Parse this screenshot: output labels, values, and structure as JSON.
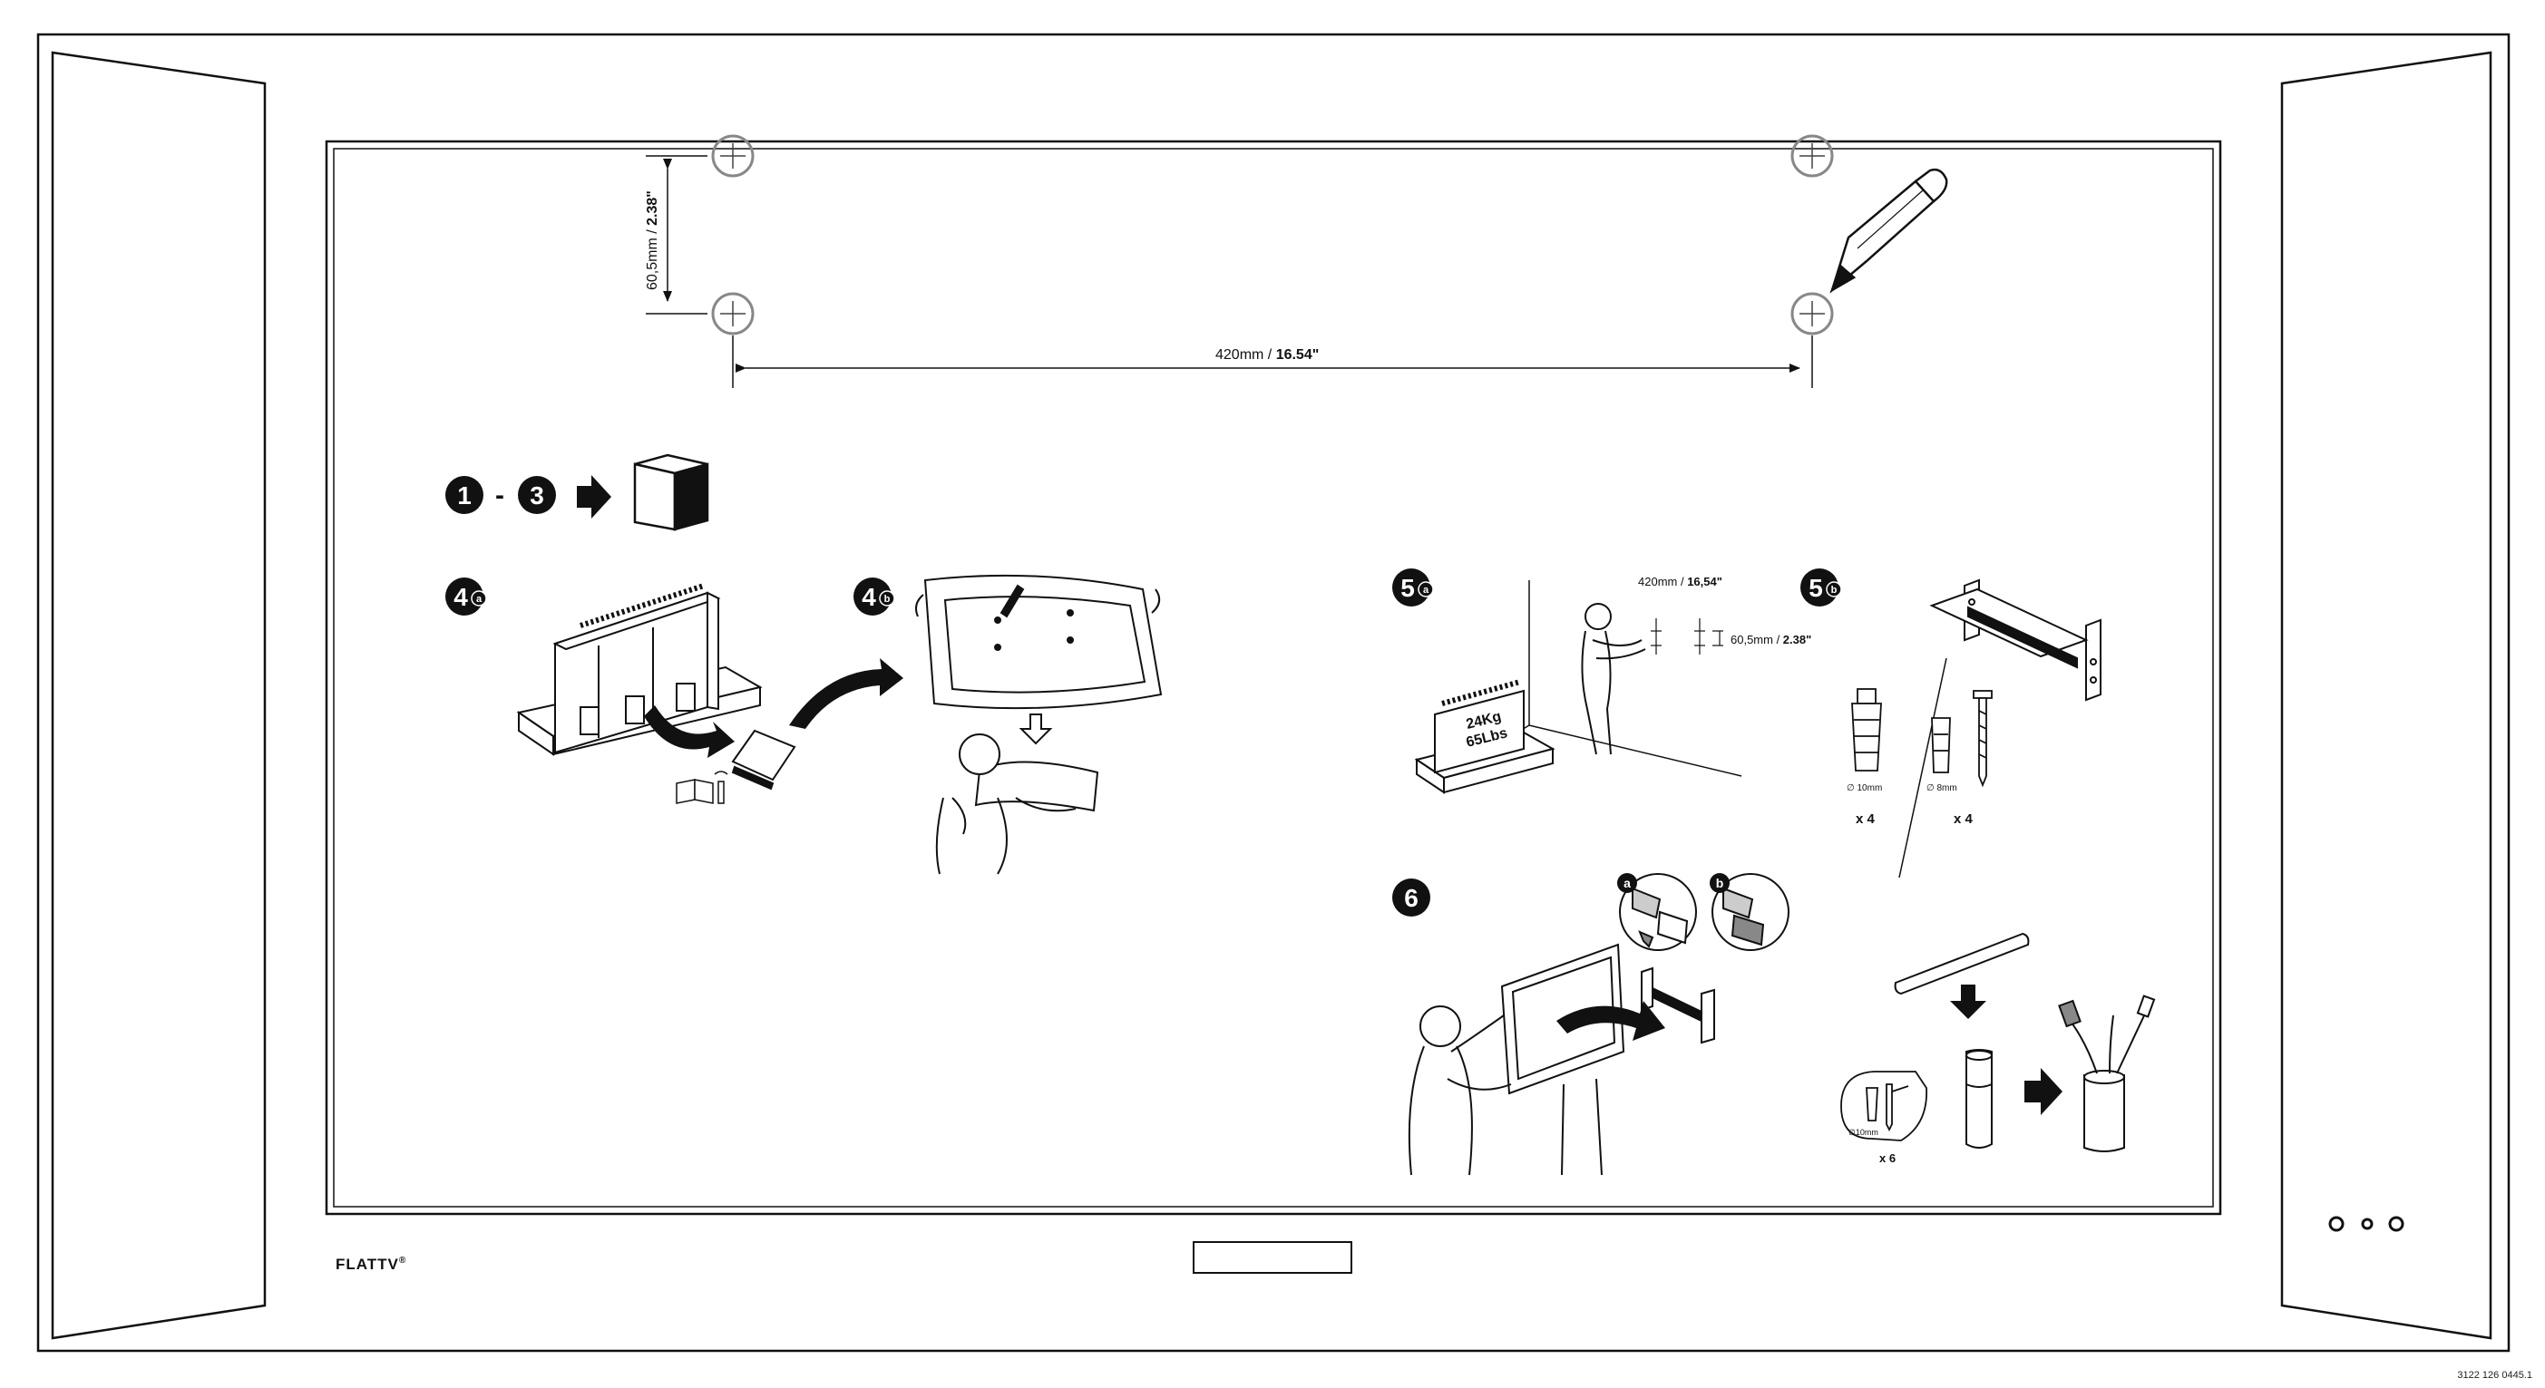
{
  "measurements": {
    "vertical_mm": "60,5mm / ",
    "vertical_in": "2.38\"",
    "horizontal_mm": "420mm / ",
    "horizontal_in": "16.54\"",
    "step5a_h_mm": "420mm / ",
    "step5a_h_in": "16,54\"",
    "step5a_v_mm": "60,5mm / ",
    "step5a_v_in": "2.38\""
  },
  "steps": {
    "step1": "1",
    "dash": "-",
    "step3": "3",
    "step4": "4",
    "step5": "5",
    "step6": "6",
    "sub_a": "a",
    "sub_b": "b"
  },
  "weight": {
    "kg": "24Kg",
    "lbs": "65Lbs"
  },
  "hardware": {
    "dowel_large_dia": "∅ 10mm",
    "dowel_small_dia": "∅ 8mm",
    "qty_left": "x 4",
    "qty_right": "x 4",
    "cable_dowel_dia": "∅10mm",
    "cable_qty": "x 6"
  },
  "brand": "FLATTV",
  "trademark": "®",
  "doc_code": "3122 126 0445.1"
}
